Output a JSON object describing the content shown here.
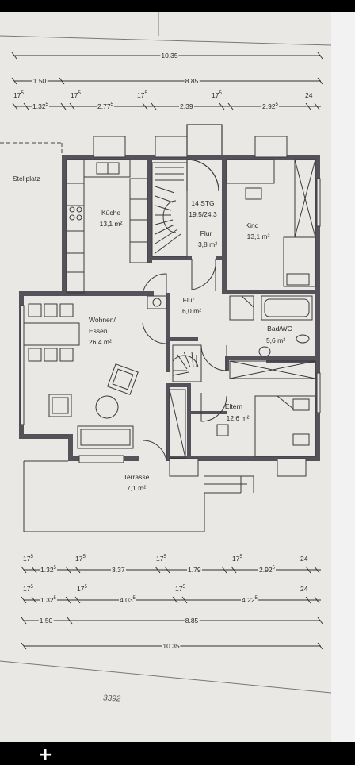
{
  "rooms": {
    "stellplatz": "Stellplatz",
    "kueche": {
      "name": "Küche",
      "area": "13,1 m²"
    },
    "stg": {
      "name": "14 STG",
      "ratio": "19.5/24.3"
    },
    "flur_top": {
      "name": "Flur",
      "area": "3,8 m²"
    },
    "kind": {
      "name": "Kind",
      "area": "13,1 m²"
    },
    "flur_mid": {
      "name": "Flur",
      "area": "6,0 m²"
    },
    "wohnen": {
      "name1": "Wohnen/",
      "name2": "Essen",
      "area": "26,4 m²"
    },
    "bad": {
      "name": "Bad/WC",
      "area": "5,6 m²"
    },
    "eltern": {
      "name": "Eltern",
      "area": "12,6 m²"
    },
    "terrasse": {
      "name": "Terrasse",
      "area": "7,1 m²"
    }
  },
  "dims_top": {
    "row1": [
      "10.35"
    ],
    "row2": [
      "1.50",
      "8.85"
    ],
    "row3": {
      "a": "17",
      "as": "5",
      "b": "1.32",
      "bs": "5",
      "c": "17",
      "cs": "5",
      "d": "2.77",
      "ds": "5",
      "e": "17",
      "es": "5",
      "f": "2.39",
      "g": "17",
      "gs": "5",
      "h": "2.92",
      "hs": "5",
      "i": "24"
    }
  },
  "dims_bottom": {
    "row1": {
      "a": "17",
      "as": "5",
      "b": "1.32",
      "bs": "5",
      "c": "17",
      "cs": "5",
      "d": "3.37",
      "e": "17",
      "es": "5",
      "f": "1.79",
      "g": "17",
      "gs": "5",
      "h": "2.92",
      "hs": "5",
      "i": "24"
    },
    "row2": {
      "a": "17",
      "as": "5",
      "b": "1.32",
      "bs": "5",
      "c": "17",
      "cs": "5",
      "d": "4.03",
      "ds": "5",
      "e": "17",
      "es": "5",
      "f": "4.22",
      "fs": "5",
      "i": "24"
    },
    "row3": [
      "1.50",
      "8.85"
    ],
    "row4": [
      "10.35"
    ]
  },
  "plan_number": "3392",
  "colors": {
    "paper": "#e9e8e5",
    "wall": "#55535a",
    "line": "#3a3a3a"
  },
  "icons": [
    "plus-icon"
  ]
}
